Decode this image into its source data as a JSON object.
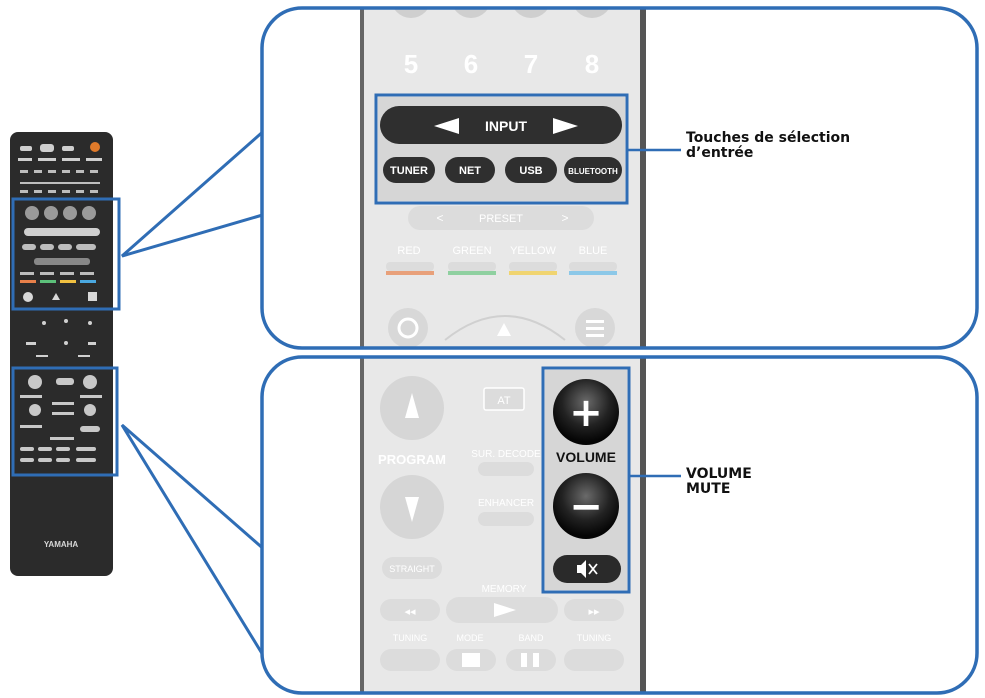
{
  "remote": {
    "brand": "YAMAHA",
    "number_keys": [
      "5",
      "6",
      "7",
      "8"
    ],
    "input_label": "INPUT",
    "source_buttons": [
      "TUNER",
      "NET",
      "USB",
      "BLUETOOTH"
    ],
    "preset_label": "PRESET",
    "color_buttons": [
      {
        "label": "RED",
        "color": "#e8a07a"
      },
      {
        "label": "GREEN",
        "color": "#8fd0a0"
      },
      {
        "label": "YELLOW",
        "color": "#f0d470"
      },
      {
        "label": "BLUE",
        "color": "#8cc8e8"
      }
    ],
    "program_label": "PROGRAM",
    "at_label": "AT",
    "sur_decode_label": "SUR. DECODE",
    "enhancer_label": "ENHANCER",
    "straight_label": "STRAIGHT",
    "memory_label": "MEMORY",
    "volume_label": "VOLUME",
    "volume_plus": "+",
    "volume_minus": "−",
    "bottom_labels": [
      "TUNING",
      "MODE",
      "BAND",
      "TUNING"
    ]
  },
  "callouts": {
    "input": {
      "line1": "Touches de sélection",
      "line2": "d’entrée"
    },
    "volume": {
      "line1": "VOLUME",
      "line2": "MUTE"
    }
  },
  "colors": {
    "callout_blue": "#2f6db5",
    "remote_body": "#2b2b2b"
  }
}
